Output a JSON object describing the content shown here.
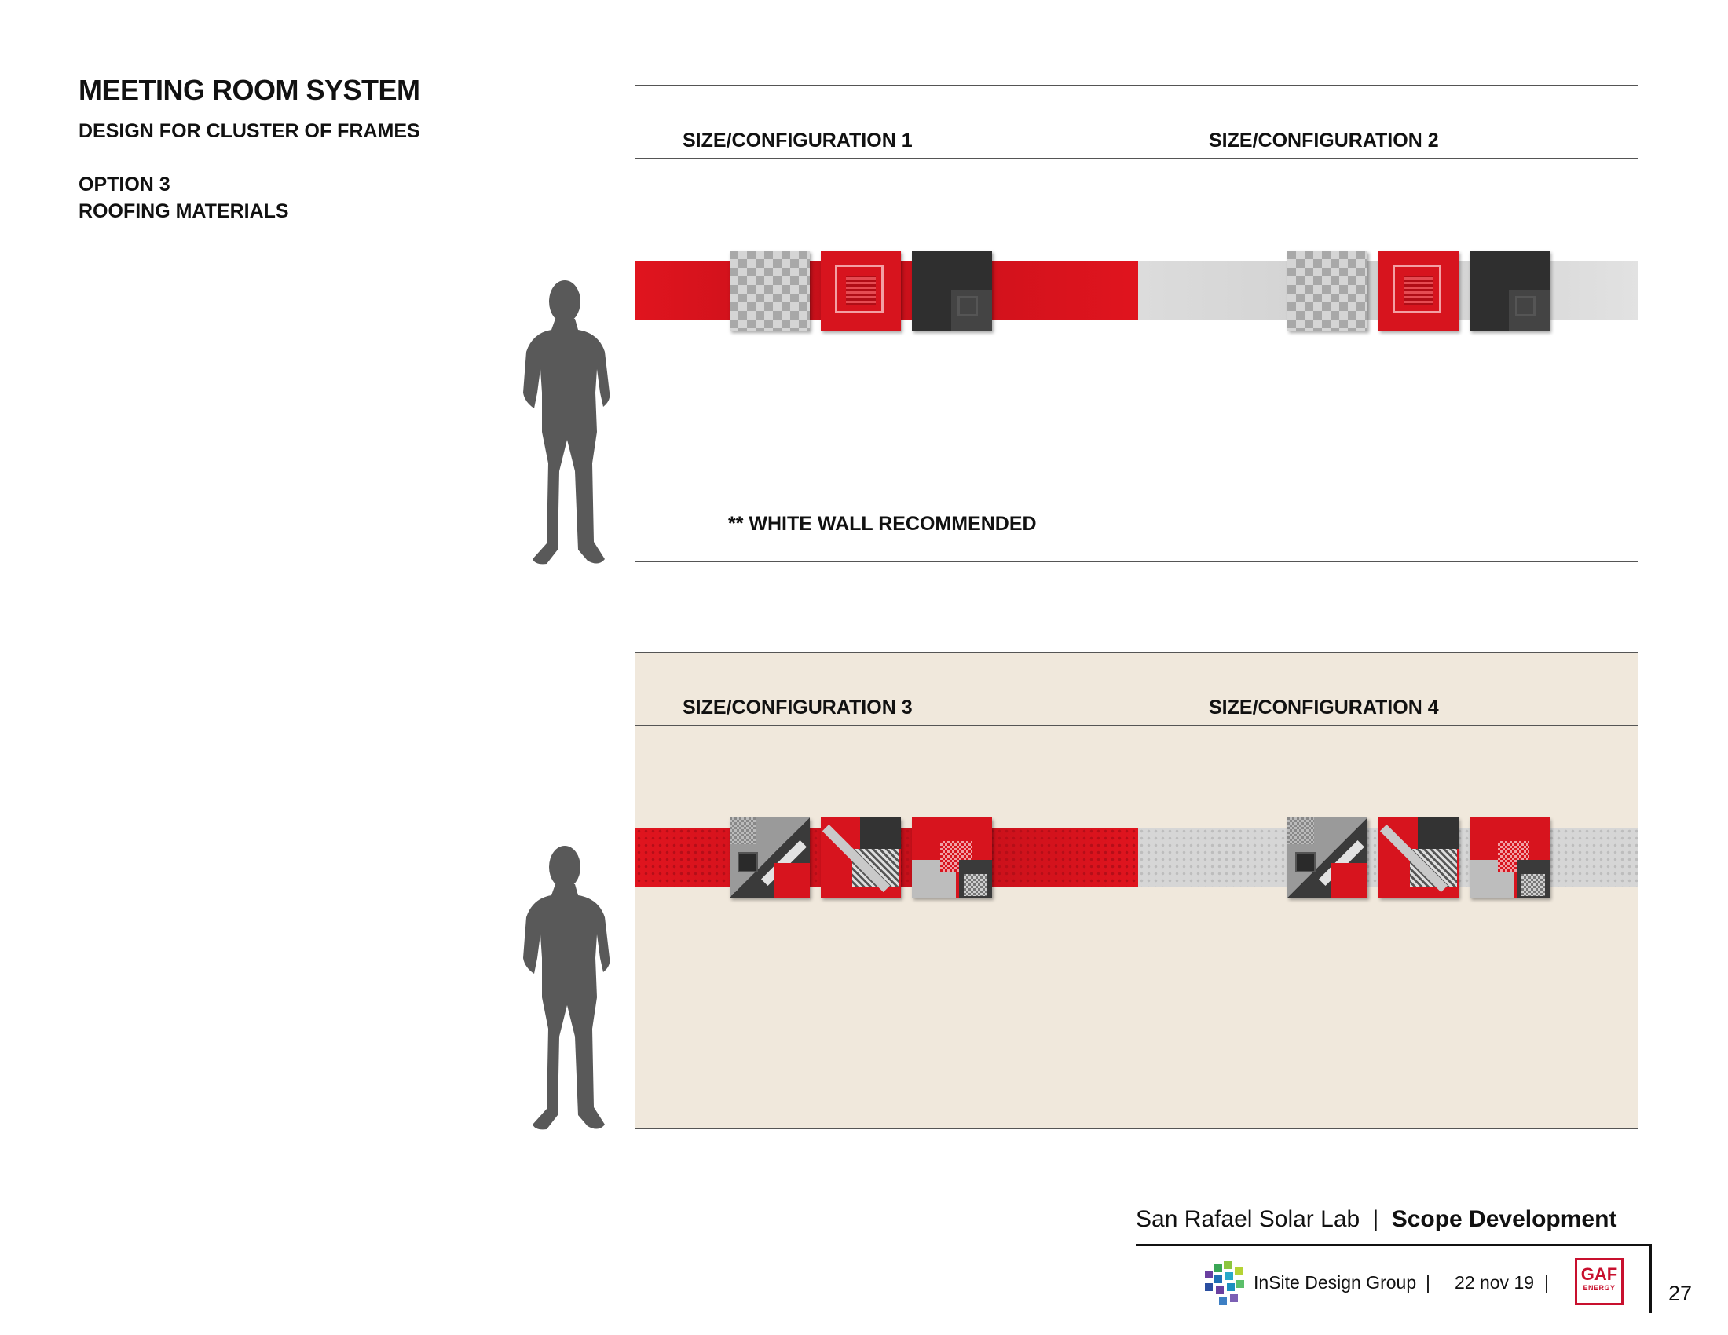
{
  "header": {
    "title": "MEETING ROOM SYSTEM",
    "subtitle": "DESIGN FOR CLUSTER OF FRAMES",
    "option": "OPTION 3",
    "materials": "ROOFING MATERIALS"
  },
  "panel_top": {
    "config_left": "SIZE/CONFIGURATION 1",
    "config_right": "SIZE/CONFIGURATION 2",
    "note": "** WHITE WALL RECOMMENDED"
  },
  "panel_bottom": {
    "config_left": "SIZE/CONFIGURATION 3",
    "config_right": "SIZE/CONFIGURATION 4"
  },
  "footer": {
    "project": "San Rafael Solar Lab",
    "separator": "|",
    "phase": "Scope Development",
    "company": "InSite Design Group",
    "date": "22 nov 19",
    "logo_text": "GAF",
    "logo_subtext": "ENERGY",
    "page": "27"
  },
  "colors": {
    "accent_red": "#d7141e",
    "band_grey": "#d9d9d9",
    "dark_tile": "#333333",
    "beige_wall": "#f0e8dc",
    "silhouette": "#595959"
  }
}
